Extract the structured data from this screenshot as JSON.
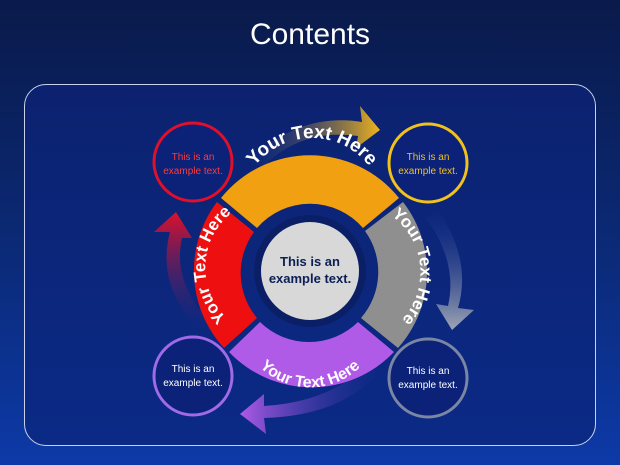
{
  "title": "Contents",
  "center": {
    "line1": "This is an",
    "line2": "example text."
  },
  "ring": {
    "top": "Your Text Here",
    "right": "Your Text Here",
    "bottom": "Your Text Here",
    "left": "Your Text Here"
  },
  "circles": {
    "top_left": {
      "line1": "This is an",
      "line2": "example text."
    },
    "top_right": {
      "line1": "This is an",
      "line2": "example text."
    },
    "bottom_left": {
      "line1": "This is an",
      "line2": "example text."
    },
    "bottom_right": {
      "line1": "This is an",
      "line2": "example text."
    }
  },
  "colors": {
    "orange": "#f0a010",
    "gray": "#8f8f8f",
    "purple": "#b05ae8",
    "red": "#ee1010",
    "circle_red": "#e0102a",
    "circle_yellow": "#f1c21b",
    "circle_purple": "#a06ae8",
    "circle_gray": "#7a86a4"
  }
}
